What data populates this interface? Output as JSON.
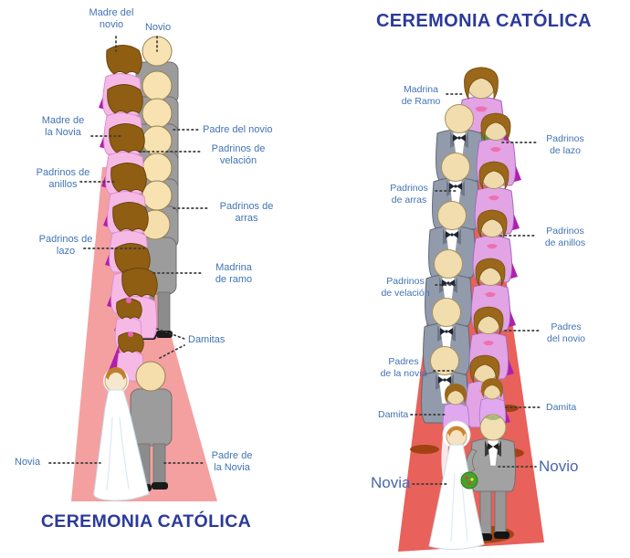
{
  "left_diagram": {
    "title": "CEREMONIA CATÓLICA",
    "labels": {
      "madre_del_novio": "Madre del\nnovio",
      "novio": "Novio",
      "madre_de_la_novia": "Madre de\nla Novia",
      "padre_del_novio": "Padre del novio",
      "padrinos_de_velacion": "Padrinos de\nvelación",
      "padrinos_de_anillos": "Padrinos de\nanillos",
      "padrinos_de_arras": "Padrinos de\narras",
      "padrinos_de_lazo": "Padrinos de\nlazo",
      "madrina_de_ramo": "Madrina\nde ramo",
      "damitas": "Damitas",
      "novia": "Novia",
      "padre_de_la_novia": "Padre de\nla Novia"
    }
  },
  "right_diagram": {
    "title": "CEREMONIA CATÓLICA",
    "labels": {
      "madrina_de_ramo": "Madrina\nde Ramo",
      "padrinos_de_lazo": "Padrinos\nde lazo",
      "padrinos_de_arras": "Padrinos\nde arras",
      "padrinos_de_anillos": "Padrinos\nde anillos",
      "padrinos_de_velacion": "Padrinos\nde velación",
      "padres_del_novio": "Padres\ndel novio",
      "padres_de_la_novia": "Padres\nde la novia",
      "damita_left": "Damita",
      "damita_right": "Damita",
      "novia": "Novia",
      "novio": "Novio"
    }
  },
  "colors": {
    "label_text": "#4273B4",
    "title_text": "#2B3A9B",
    "carpet_left": "#F4A0A0",
    "carpet_right": "#E8615A",
    "dress_pink": "#F6B9E6",
    "dress_lilac": "#E2A4E4",
    "train_magenta": "#AF1FAF",
    "suit_gray": "#9C9C9C",
    "tux_gray": "#919BAB",
    "skin": "#F2DEAE",
    "hair_brown": "#8F5E13",
    "bouquet_green": "#46A22A",
    "shadow_brown": "#A04212",
    "leader_dots": "#3A3A3A"
  }
}
